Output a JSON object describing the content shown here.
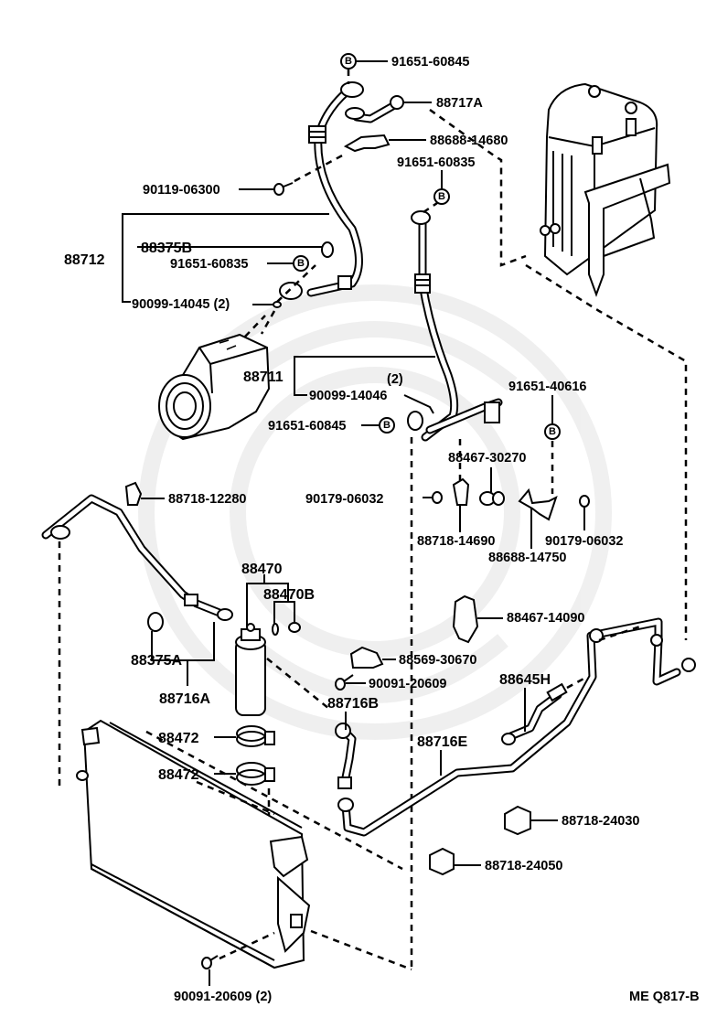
{
  "diagram": {
    "title_code": "ME Q817-B",
    "circle_marker": "B",
    "labels": {
      "p91651_60845_top": "91651-60845",
      "p88717A": "88717A",
      "p88688_14680": "88688-14680",
      "p91651_60835_mid": "91651-60835",
      "p90119_06300": "90119-06300",
      "p88712": "88712",
      "p88375B": "88375B",
      "p91651_60835_left": "91651-60835",
      "p90099_14045": "90099-14045 (2)",
      "p88711": "88711",
      "qty_2": "(2)",
      "p90099_14046": "90099-14046",
      "p91651_60845_low": "91651-60845",
      "p91651_40616": "91651-40616",
      "p88467_30270": "88467-30270",
      "p88718_12280": "88718-12280",
      "p90179_06032_left": "90179-06032",
      "p88718_14690": "88718-14690",
      "p88688_14750": "88688-14750",
      "p90179_06032_right": "90179-06032",
      "p88470": "88470",
      "p88470B": "88470B",
      "p88467_14090": "88467-14090",
      "p88375A": "88375A",
      "p88716A": "88716A",
      "p88569_30670": "88569-30670",
      "p90091_20609": "90091-20609",
      "p88645H": "88645H",
      "p88716B": "88716B",
      "p88472_upper": "88472",
      "p88472_lower": "88472",
      "p88716E": "88716E",
      "p88718_24030": "88718-24030",
      "p88718_24050": "88718-24050",
      "p90091_20609_2": "90091-20609 (2)"
    },
    "components": [
      "evaporator-unit",
      "compressor",
      "condenser",
      "receiver-dryer",
      "suction-hose",
      "discharge-hose",
      "liquid-tube-a",
      "liquid-tube-b",
      "liquid-tube-e",
      "pressure-switch-tube"
    ]
  }
}
